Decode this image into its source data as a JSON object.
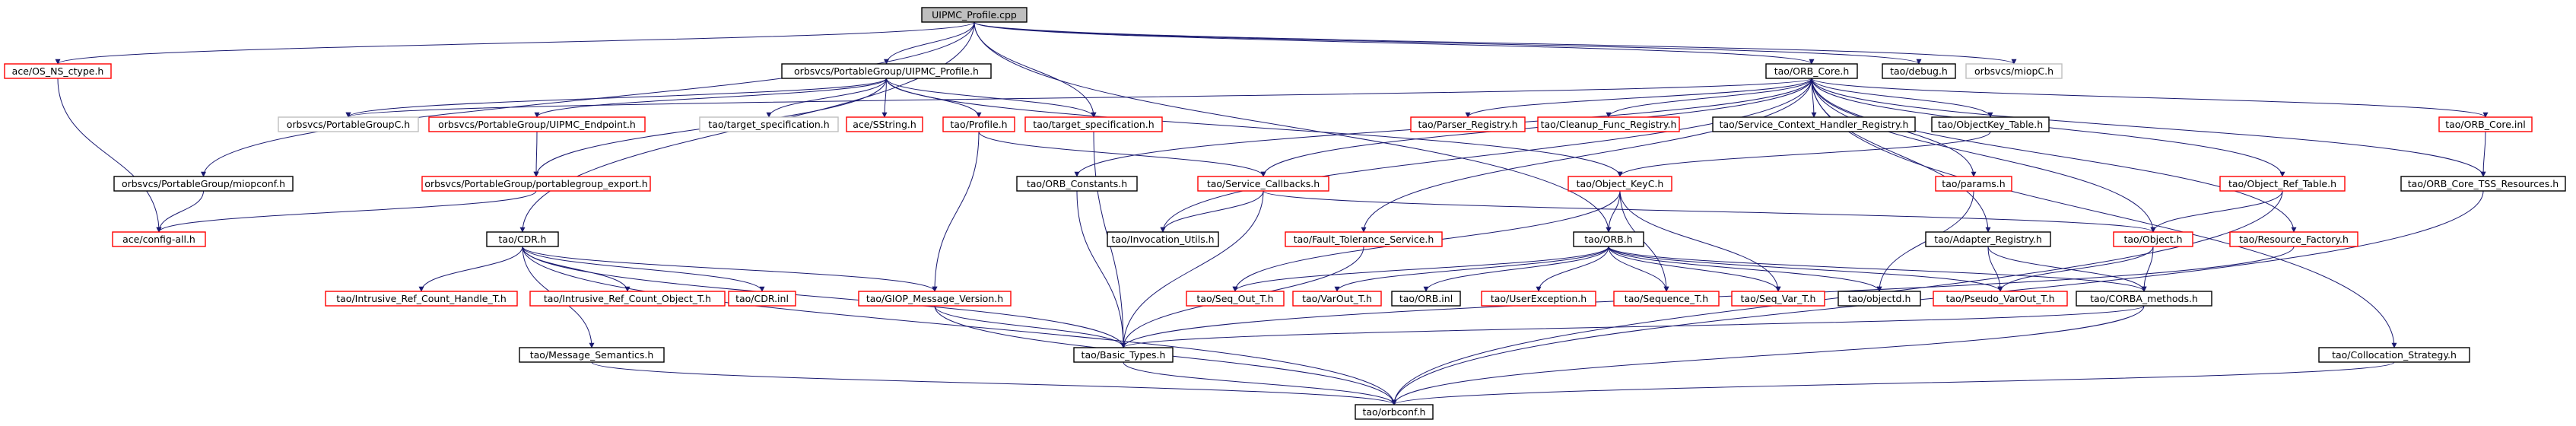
{
  "title": "UIPMC_Profile.cpp",
  "colors": {
    "documented": "#000000",
    "undocumented": "#bfbfbf",
    "external": "#ff0000",
    "root_fill": "#bfbfbf",
    "edge": "#191970"
  },
  "nodes": [
    {
      "id": "root",
      "label": "UIPMC_Profile.cpp",
      "style": "root"
    },
    {
      "id": "os_ns_ctype",
      "label": "ace/OS_NS_ctype.h",
      "style": "external"
    },
    {
      "id": "uipmc_profile_h",
      "label": "orbsvcs/PortableGroup/UIPMC_Profile.h",
      "style": "documented"
    },
    {
      "id": "orb_core_h",
      "label": "tao/ORB_Core.h",
      "style": "documented"
    },
    {
      "id": "debug_h",
      "label": "tao/debug.h",
      "style": "documented"
    },
    {
      "id": "miopc_h",
      "label": "orbsvcs/miopC.h",
      "style": "undocumented"
    },
    {
      "id": "portablegroupc_h",
      "label": "orbsvcs/PortableGroupC.h",
      "style": "undocumented"
    },
    {
      "id": "uipmc_endpoint_h",
      "label": "orbsvcs/PortableGroup/UIPMC_Endpoint.h",
      "style": "external"
    },
    {
      "id": "target_spec_h_gray",
      "label": "tao/target_specification.h",
      "style": "undocumented"
    },
    {
      "id": "sstring_h",
      "label": "ace/SString.h",
      "style": "external"
    },
    {
      "id": "profile_h",
      "label": "tao/Profile.h",
      "style": "external"
    },
    {
      "id": "target_spec_h",
      "label": "tao/target_specification.h",
      "style": "external"
    },
    {
      "id": "parser_registry_h",
      "label": "tao/Parser_Registry.h",
      "style": "external"
    },
    {
      "id": "cleanup_func_registry_h",
      "label": "tao/Cleanup_Func_Registry.h",
      "style": "external"
    },
    {
      "id": "service_context_handler_registry_h",
      "label": "tao/Service_Context_Handler_Registry.h",
      "style": "documented"
    },
    {
      "id": "objectkey_table_h",
      "label": "tao/ObjectKey_Table.h",
      "style": "documented"
    },
    {
      "id": "orb_core_inl",
      "label": "tao/ORB_Core.inl",
      "style": "external"
    },
    {
      "id": "miopconf_h",
      "label": "orbsvcs/PortableGroup/miopconf.h",
      "style": "documented"
    },
    {
      "id": "portablegroup_export_h",
      "label": "orbsvcs/PortableGroup/portablegroup_export.h",
      "style": "external"
    },
    {
      "id": "orb_constants_h",
      "label": "tao/ORB_Constants.h",
      "style": "documented"
    },
    {
      "id": "service_callbacks_h",
      "label": "tao/Service_Callbacks.h",
      "style": "external"
    },
    {
      "id": "object_keyc_h",
      "label": "tao/Object_KeyC.h",
      "style": "external"
    },
    {
      "id": "params_h",
      "label": "tao/params.h",
      "style": "external"
    },
    {
      "id": "object_ref_table_h",
      "label": "tao/Object_Ref_Table.h",
      "style": "external"
    },
    {
      "id": "orb_core_tss_resources_h",
      "label": "tao/ORB_Core_TSS_Resources.h",
      "style": "documented"
    },
    {
      "id": "config_all_h",
      "label": "ace/config-all.h",
      "style": "external"
    },
    {
      "id": "cdr_h",
      "label": "tao/CDR.h",
      "style": "documented"
    },
    {
      "id": "invocation_utils_h",
      "label": "tao/Invocation_Utils.h",
      "style": "documented"
    },
    {
      "id": "fault_tolerance_service_h",
      "label": "tao/Fault_Tolerance_Service.h",
      "style": "external"
    },
    {
      "id": "orb_h",
      "label": "tao/ORB.h",
      "style": "documented"
    },
    {
      "id": "adapter_registry_h",
      "label": "tao/Adapter_Registry.h",
      "style": "documented"
    },
    {
      "id": "object_h",
      "label": "tao/Object.h",
      "style": "external"
    },
    {
      "id": "resource_factory_h",
      "label": "tao/Resource_Factory.h",
      "style": "external"
    },
    {
      "id": "intrusive_ref_count_handle_t_h",
      "label": "tao/Intrusive_Ref_Count_Handle_T.h",
      "style": "external"
    },
    {
      "id": "intrusive_ref_count_object_t_h",
      "label": "tao/Intrusive_Ref_Count_Object_T.h",
      "style": "external"
    },
    {
      "id": "cdr_inl",
      "label": "tao/CDR.inl",
      "style": "external"
    },
    {
      "id": "giop_message_version_h",
      "label": "tao/GIOP_Message_Version.h",
      "style": "external"
    },
    {
      "id": "seq_out_t_h",
      "label": "tao/Seq_Out_T.h",
      "style": "external"
    },
    {
      "id": "varout_t_h",
      "label": "tao/VarOut_T.h",
      "style": "external"
    },
    {
      "id": "orb_inl",
      "label": "tao/ORB.inl",
      "style": "documented"
    },
    {
      "id": "userexception_h",
      "label": "tao/UserException.h",
      "style": "external"
    },
    {
      "id": "sequence_t_h",
      "label": "tao/Sequence_T.h",
      "style": "external"
    },
    {
      "id": "seq_var_t_h",
      "label": "tao/Seq_Var_T.h",
      "style": "external"
    },
    {
      "id": "objectd_h",
      "label": "tao/objectd.h",
      "style": "documented"
    },
    {
      "id": "pseudo_varout_t_h",
      "label": "tao/Pseudo_VarOut_T.h",
      "style": "external"
    },
    {
      "id": "corba_methods_h",
      "label": "tao/CORBA_methods.h",
      "style": "documented"
    },
    {
      "id": "message_semantics_h",
      "label": "tao/Message_Semantics.h",
      "style": "documented"
    },
    {
      "id": "basic_types_h",
      "label": "tao/Basic_Types.h",
      "style": "documented"
    },
    {
      "id": "collocation_strategy_h",
      "label": "tao/Collocation_Strategy.h",
      "style": "documented"
    },
    {
      "id": "orbconf_h",
      "label": "tao/orbconf.h",
      "style": "documented"
    }
  ],
  "edges": [
    [
      "root",
      "os_ns_ctype"
    ],
    [
      "root",
      "uipmc_profile_h"
    ],
    [
      "root",
      "orb_core_h"
    ],
    [
      "root",
      "debug_h"
    ],
    [
      "root",
      "miopc_h"
    ],
    [
      "root",
      "miopconf_h"
    ],
    [
      "root",
      "cdr_h"
    ],
    [
      "root",
      "orb_h"
    ],
    [
      "root",
      "target_spec_h"
    ],
    [
      "os_ns_ctype",
      "config_all_h"
    ],
    [
      "uipmc_profile_h",
      "portablegroupc_h"
    ],
    [
      "uipmc_profile_h",
      "uipmc_endpoint_h"
    ],
    [
      "uipmc_profile_h",
      "target_spec_h_gray"
    ],
    [
      "uipmc_profile_h",
      "sstring_h"
    ],
    [
      "uipmc_profile_h",
      "profile_h"
    ],
    [
      "uipmc_profile_h",
      "target_spec_h"
    ],
    [
      "uipmc_profile_h",
      "portablegroup_export_h"
    ],
    [
      "uipmc_profile_h",
      "object_keyc_h"
    ],
    [
      "uipmc_endpoint_h",
      "portablegroup_export_h"
    ],
    [
      "portablegroup_export_h",
      "config_all_h"
    ],
    [
      "miopconf_h",
      "config_all_h"
    ],
    [
      "profile_h",
      "service_callbacks_h"
    ],
    [
      "profile_h",
      "giop_message_version_h"
    ],
    [
      "target_spec_h",
      "basic_types_h"
    ],
    [
      "orb_core_h",
      "portablegroupc_h"
    ],
    [
      "orb_core_h",
      "parser_registry_h"
    ],
    [
      "orb_core_h",
      "cleanup_func_registry_h"
    ],
    [
      "orb_core_h",
      "service_context_handler_registry_h"
    ],
    [
      "orb_core_h",
      "objectkey_table_h"
    ],
    [
      "orb_core_h",
      "orb_core_inl"
    ],
    [
      "orb_core_h",
      "orb_constants_h"
    ],
    [
      "orb_core_h",
      "service_callbacks_h"
    ],
    [
      "orb_core_h",
      "params_h"
    ],
    [
      "orb_core_h",
      "object_ref_table_h"
    ],
    [
      "orb_core_h",
      "orb_core_tss_resources_h"
    ],
    [
      "orb_core_h",
      "invocation_utils_h"
    ],
    [
      "orb_core_h",
      "fault_tolerance_service_h"
    ],
    [
      "orb_core_h",
      "adapter_registry_h"
    ],
    [
      "orb_core_h",
      "object_h"
    ],
    [
      "orb_core_h",
      "resource_factory_h"
    ],
    [
      "orb_core_h",
      "collocation_strategy_h"
    ],
    [
      "orb_core_inl",
      "orb_core_tss_resources_h"
    ],
    [
      "objectkey_table_h",
      "object_keyc_h"
    ],
    [
      "object_ref_table_h",
      "object_h"
    ],
    [
      "object_ref_table_h",
      "orbconf_h"
    ],
    [
      "params_h",
      "objectd_h"
    ],
    [
      "orb_constants_h",
      "basic_types_h"
    ],
    [
      "service_callbacks_h",
      "invocation_utils_h"
    ],
    [
      "service_callbacks_h",
      "object_h"
    ],
    [
      "service_callbacks_h",
      "basic_types_h"
    ],
    [
      "object_keyc_h",
      "orb_h"
    ],
    [
      "object_keyc_h",
      "seq_out_t_h"
    ],
    [
      "object_keyc_h",
      "sequence_t_h"
    ],
    [
      "object_keyc_h",
      "seq_var_t_h"
    ],
    [
      "fault_tolerance_service_h",
      "basic_types_h"
    ],
    [
      "orb_h",
      "seq_out_t_h"
    ],
    [
      "orb_h",
      "varout_t_h"
    ],
    [
      "orb_h",
      "orb_inl"
    ],
    [
      "orb_h",
      "userexception_h"
    ],
    [
      "orb_h",
      "sequence_t_h"
    ],
    [
      "orb_h",
      "seq_var_t_h"
    ],
    [
      "orb_h",
      "objectd_h"
    ],
    [
      "orb_h",
      "pseudo_varout_t_h"
    ],
    [
      "orb_h",
      "corba_methods_h"
    ],
    [
      "adapter_registry_h",
      "pseudo_varout_t_h"
    ],
    [
      "adapter_registry_h",
      "corba_methods_h"
    ],
    [
      "object_h",
      "pseudo_varout_t_h"
    ],
    [
      "object_h",
      "corba_methods_h"
    ],
    [
      "resource_factory_h",
      "basic_types_h"
    ],
    [
      "corba_methods_h",
      "basic_types_h"
    ],
    [
      "corba_methods_h",
      "orbconf_h"
    ],
    [
      "cdr_h",
      "intrusive_ref_count_handle_t_h"
    ],
    [
      "cdr_h",
      "intrusive_ref_count_object_t_h"
    ],
    [
      "cdr_h",
      "cdr_inl"
    ],
    [
      "cdr_h",
      "giop_message_version_h"
    ],
    [
      "cdr_h",
      "message_semantics_h"
    ],
    [
      "cdr_h",
      "basic_types_h"
    ],
    [
      "cdr_h",
      "orbconf_h"
    ],
    [
      "giop_message_version_h",
      "basic_types_h"
    ],
    [
      "giop_message_version_h",
      "orbconf_h"
    ],
    [
      "message_semantics_h",
      "orbconf_h"
    ],
    [
      "basic_types_h",
      "orbconf_h"
    ],
    [
      "collocation_strategy_h",
      "orbconf_h"
    ],
    [
      "orb_core_tss_resources_h",
      "orbconf_h"
    ]
  ]
}
